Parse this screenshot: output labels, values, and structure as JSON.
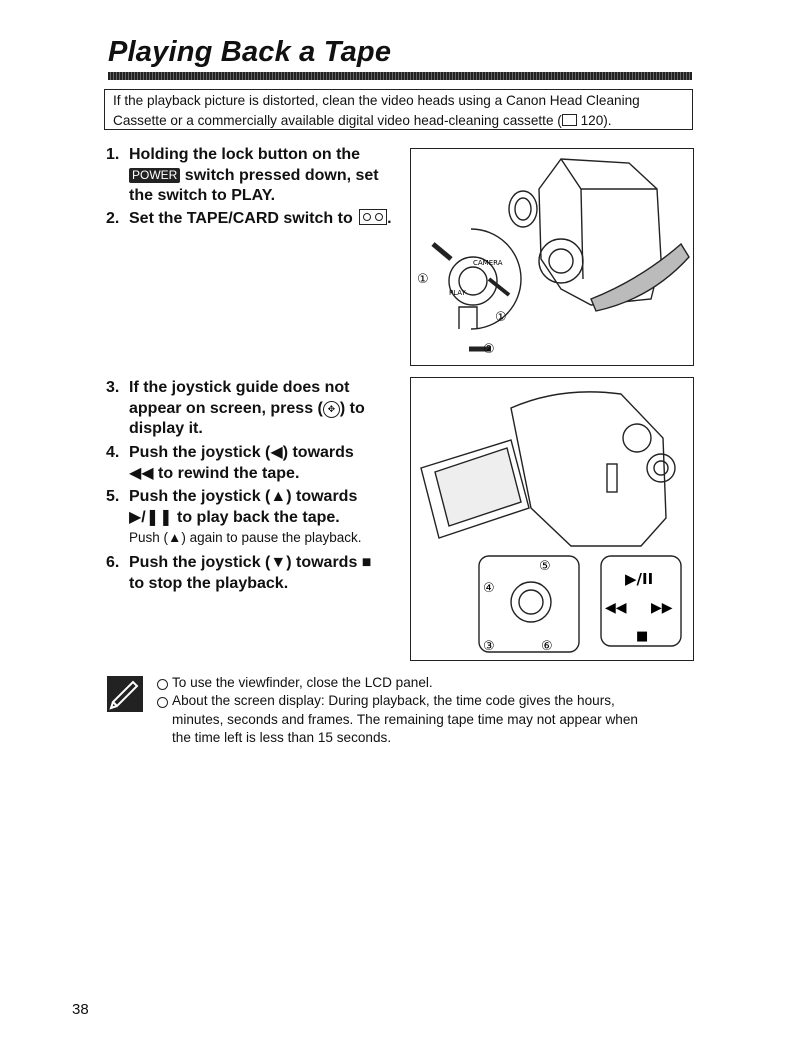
{
  "page": {
    "title": "Playing Back a Tape",
    "page_number": "38"
  },
  "note_box": {
    "line1": "If the playback picture is distorted, clean the video heads using a Canon Head Cleaning",
    "line2": "Cassette or a commercially available digital video head-cleaning cassette (",
    "ref_icon": "book-icon",
    "line2_ref": " 120)."
  },
  "steps": [
    {
      "num": "1.",
      "l1": "Holding the lock button on the",
      "badge": "POWER",
      "l2": " switch pressed down, set",
      "l3": "the switch to PLAY."
    },
    {
      "num": "2.",
      "l1": "Set the TAPE/CARD switch to",
      "icon": "tape-icon",
      "l1_end": "."
    },
    {
      "num": "3.",
      "l1_pre": "If the joystick guide does not",
      "l2_pre": "appear on screen, press (",
      "joy_glyph": "✥",
      "l2_post": ") to",
      "l3": "display it."
    },
    {
      "num": "4.",
      "l1_pre": "Push the joystick (",
      "arrow": "◀",
      "l1_post": ") towards",
      "l2_sym": "◀◀",
      "l2": " to rewind the tape."
    },
    {
      "num": "5.",
      "l1_pre": "Push the joystick (",
      "arrow": "▲",
      "l1_post": ") towards",
      "l2_sym": "▶/❚❚",
      "l2": " to play back the tape.",
      "sub_pre": "Push (",
      "sub_arrow": "▲",
      "sub_post": ") again to pause the playback."
    },
    {
      "num": "6.",
      "l1_pre": "Push the joystick (",
      "arrow": "▼",
      "l1_post": ") towards",
      "l1_sym": "■",
      "l2": "to stop the playback."
    }
  ],
  "figure1": {
    "callouts": [
      "①",
      "①",
      "②"
    ],
    "dial_labels": [
      "CAMERA",
      "PLAY"
    ],
    "switch_icons": [
      "tape-icon",
      "card-icon"
    ]
  },
  "figure2": {
    "callouts": [
      "⑤",
      "④",
      "③",
      "⑥"
    ],
    "guide": {
      "play": "▶/II",
      "rew": "◀◀",
      "ff": "▶▶",
      "stop": "■"
    }
  },
  "memo": {
    "icon": "memo-icon",
    "bullets": [
      {
        "t1": "To use the viewfinder, close the LCD panel."
      },
      {
        "t1": "About the screen display: During playback, the time code gives the hours,",
        "t2": "minutes, seconds and frames. The remaining tape time may not appear when",
        "t3": "the time left is less than 15 seconds."
      }
    ]
  }
}
